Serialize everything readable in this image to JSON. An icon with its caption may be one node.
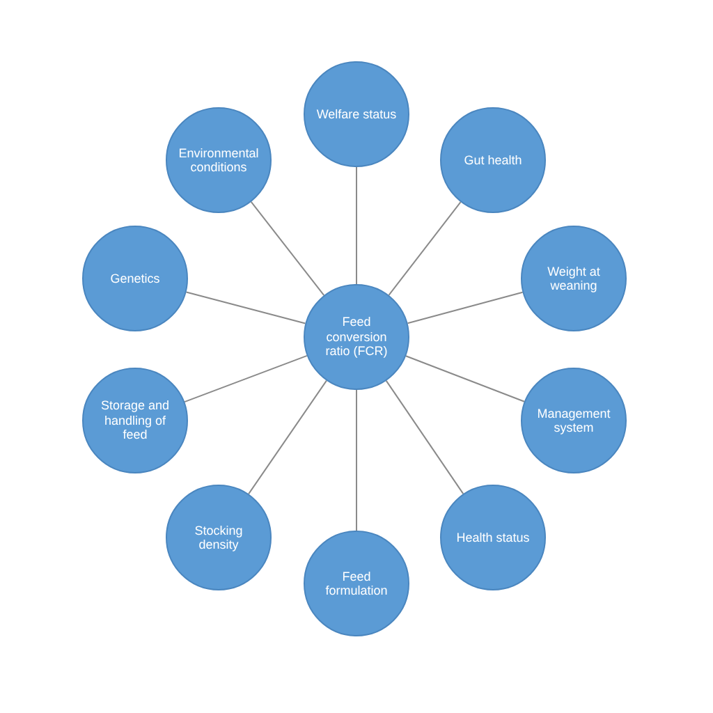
{
  "diagram": {
    "nodes": [
      {
        "text": [
          "Feed conversion ratio (FCR)"
        ]
      },
      {
        "text": [
          "Welfare status"
        ]
      },
      {
        "text": [
          "Gut health"
        ]
      },
      {
        "text": [
          "Weight at weaning"
        ]
      },
      {
        "text": [
          "Management system"
        ]
      },
      {
        "text": [
          "Health status"
        ]
      },
      {
        "text": [
          "Feed formulation"
        ]
      },
      {
        "text": [
          "Stocking density"
        ]
      },
      {
        "text": [
          "Storage and handling of feed"
        ]
      },
      {
        "text": [
          "Genetics"
        ]
      },
      {
        "text": [
          "Environmental conditions"
        ]
      }
    ],
    "edges": [
      {
        "from": 0,
        "to": 1,
        "arrow": "none"
      },
      {
        "from": 0,
        "to": 2,
        "arrow": "none"
      },
      {
        "from": 0,
        "to": 3,
        "arrow": "none"
      },
      {
        "from": 0,
        "to": 4,
        "arrow": "none"
      },
      {
        "from": 0,
        "to": 5,
        "arrow": "none"
      },
      {
        "from": 0,
        "to": 6,
        "arrow": "none"
      },
      {
        "from": 0,
        "to": 7,
        "arrow": "none"
      },
      {
        "from": 0,
        "to": 8,
        "arrow": "none"
      },
      {
        "from": 0,
        "to": 9,
        "arrow": "none"
      },
      {
        "from": 0,
        "to": 10,
        "arrow": "none"
      }
    ]
  }
}
